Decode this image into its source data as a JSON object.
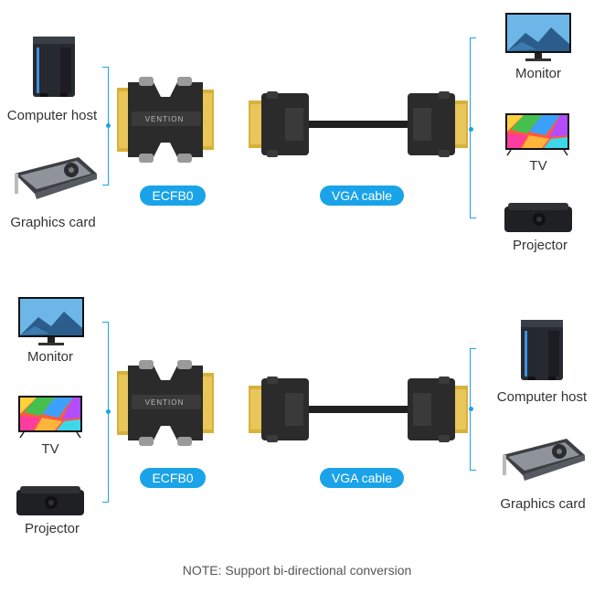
{
  "top": {
    "left_devices": [
      "Computer host",
      "Graphics card"
    ],
    "adapter_label": "ECFB0",
    "cable_label": "VGA cable",
    "right_devices": [
      "Monitor",
      "TV",
      "Projector"
    ]
  },
  "bottom": {
    "left_devices": [
      "Monitor",
      "TV",
      "Projector"
    ],
    "adapter_label": "ECFB0",
    "cable_label": "VGA cable",
    "right_devices": [
      "Computer host",
      "Graphics card"
    ]
  },
  "brand_text": "VENTION",
  "note": "NOTE: Support bi-directional conversion",
  "colors": {
    "accent": "#1aa3e8",
    "connector": "#2b2b2b",
    "gold": "#d8b13a"
  }
}
